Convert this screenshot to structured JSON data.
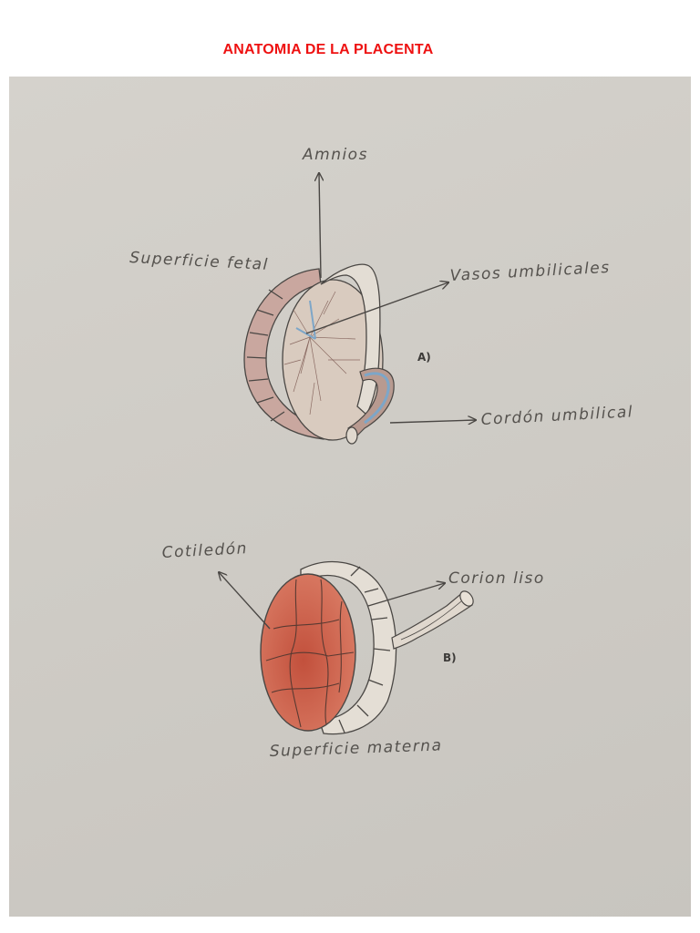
{
  "title": "ANATOMIA DE LA PLACENTA",
  "figure_a": {
    "tag": "A)",
    "labels": {
      "amnios": "Amnios",
      "superficie_fetal": "Superficie fetal",
      "vasos_umbilicales": "Vasos umbilicales",
      "cordon_umbilical": "Cordón umbilical"
    }
  },
  "figure_b": {
    "tag": "B)",
    "labels": {
      "cotiledon": "Cotiledón",
      "corion_liso": "Corion liso",
      "superficie_materna": "Superficie materna"
    }
  },
  "colors": {
    "title": "#ee1111",
    "paper": "#d2cfc9",
    "ink": "#4a4744",
    "cotyledon": "#c8604a",
    "vessel_blue": "#7da6c8"
  }
}
